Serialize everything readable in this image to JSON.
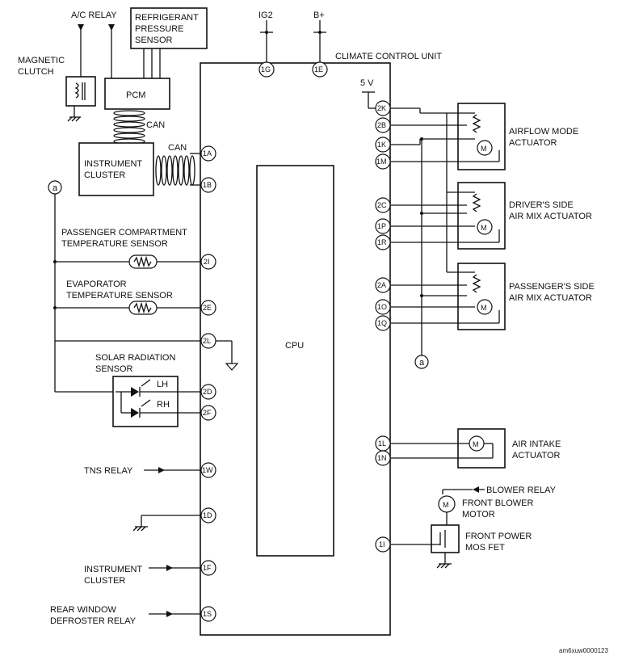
{
  "labels": {
    "ac_relay": "A/C RELAY",
    "refrigerant_line1": "REFRIGERANT",
    "refrigerant_line2": "PRESSURE",
    "refrigerant_line3": "SENSOR",
    "magnetic_line1": "MAGNETIC",
    "magnetic_line2": "CLUTCH",
    "pcm": "PCM",
    "can1": "CAN",
    "can2": "CAN",
    "ig2": "IG2",
    "bplus": "B+",
    "ccu": "CLIMATE CONTROL UNIT",
    "fivev": "5 V",
    "instrument_line1": "INSTRUMENT",
    "instrument_line2": "CLUSTER",
    "passenger_temp_line1": "PASSENGER COMPARTMENT",
    "passenger_temp_line2": "TEMPERATURE SENSOR",
    "evap_line1": "EVAPORATOR",
    "evap_line2": "TEMPERATURE SENSOR",
    "solar_line1": "SOLAR RADIATION",
    "solar_line2": "SENSOR",
    "lh": "LH",
    "rh": "RH",
    "tns_relay": "TNS RELAY",
    "inst_cluster2_line1": "INSTRUMENT",
    "inst_cluster2_line2": "CLUSTER",
    "rear_line1": "REAR WINDOW",
    "rear_line2": "DEFROSTER RELAY",
    "cpu": "CPU",
    "airflow_line1": "AIRFLOW MODE",
    "airflow_line2": "ACTUATOR",
    "driver_line1": "DRIVER'S SIDE",
    "driver_line2": "AIR MIX ACTUATOR",
    "pass_line1": "PASSENGER'S SIDE",
    "pass_line2": "AIR MIX ACTUATOR",
    "intake_line1": "AIR INTAKE",
    "intake_line2": "ACTUATOR",
    "blower_relay": "BLOWER RELAY",
    "blower_line1": "FRONT BLOWER",
    "blower_line2": "MOTOR",
    "mosfet_line1": "FRONT POWER",
    "mosfet_line2": "MOS FET",
    "ref_a": "a",
    "ref_a2": "a",
    "motor_m": "M",
    "footer": "am6xuw0000123"
  },
  "pins": {
    "p1G": "1G",
    "p1E": "1E",
    "p1A": "1A",
    "p1B": "1B",
    "p2I": "2I",
    "p2E": "2E",
    "p2L": "2L",
    "p2D": "2D",
    "p2F": "2F",
    "p1W": "1W",
    "p1D": "1D",
    "p1F": "1F",
    "p1S": "1S",
    "p2K": "2K",
    "p2B": "2B",
    "p1K": "1K",
    "p1M": "1M",
    "p2C": "2C",
    "p1P": "1P",
    "p1R": "1R",
    "p2A": "2A",
    "p1O": "1O",
    "p1Q": "1Q",
    "p1L": "1L",
    "p1N": "1N",
    "p1I": "1I"
  }
}
